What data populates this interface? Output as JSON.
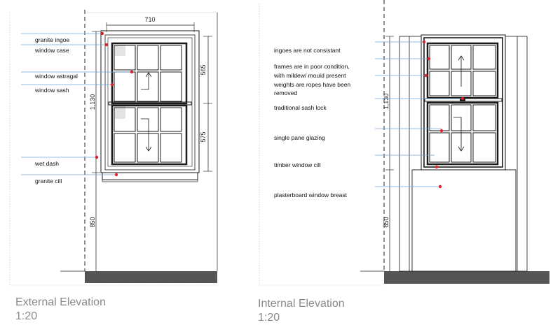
{
  "external": {
    "title": "External Elevation",
    "scale": "1:20",
    "dimensions": {
      "width": "710",
      "upper_sash": "565",
      "lower_sash": "575",
      "window_height": "1,130",
      "sill_height": "850"
    },
    "annotations": [
      "granite ingoe",
      "window case",
      "window astragal",
      "window sash",
      "wet dash",
      "granite cill"
    ]
  },
  "internal": {
    "title": "Internal Elevation",
    "scale": "1:20",
    "dimensions": {
      "window_height": "1,130",
      "sill_height": "850"
    },
    "annotations": [
      "ingoes are not consistant",
      "frames are in poor condition,",
      "with mildew/ mould present",
      "weights are ropes have been",
      "removed",
      "traditional sash lock",
      "single pane glazing",
      "timber window cill",
      "plasterboard window breast"
    ]
  },
  "colors": {
    "line": "#1a1a1a",
    "leader": "#6fa6d6",
    "marker": "#e0202a",
    "ground": "#555555",
    "caption": "#8a8a8a"
  }
}
